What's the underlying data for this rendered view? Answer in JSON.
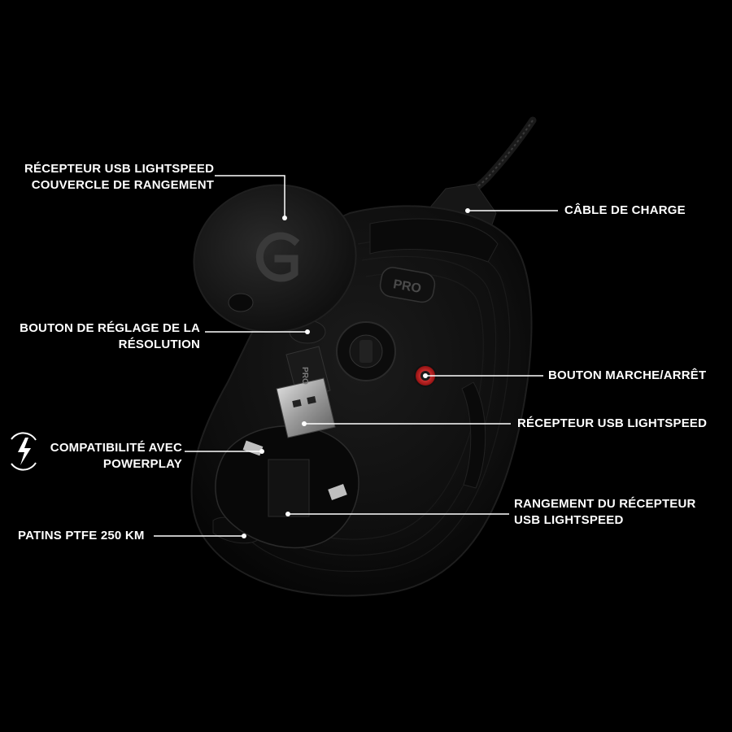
{
  "colors": {
    "background": "#000000",
    "text": "#ffffff",
    "callout_line": "#ffffff",
    "power_button_accent": "#d21b1b"
  },
  "callouts": {
    "cover": {
      "line1": "RÉCEPTEUR USB LIGHTSPEED",
      "line2": "COUVERCLE DE RANGEMENT"
    },
    "charge_cable": {
      "line1": "CÂBLE DE CHARGE"
    },
    "dpi_button": {
      "line1": "BOUTON DE RÉGLAGE DE LA",
      "line2": "RÉSOLUTION"
    },
    "power_button": {
      "line1": "BOUTON MARCHE/ARRÊT"
    },
    "receiver": {
      "line1": "RÉCEPTEUR USB LIGHTSPEED"
    },
    "powerplay": {
      "line1": "COMPATIBILITÉ AVEC",
      "line2": "POWERPLAY",
      "icon": "wireless-charging-bolt-icon"
    },
    "receiver_storage": {
      "line1": "RANGEMENT DU RÉCEPTEUR",
      "line2": "USB LIGHTSPEED"
    },
    "feet": {
      "line1": "PATINS PTFE 250 KM"
    }
  },
  "product": {
    "badge_text": "PRO",
    "receiver_text": "PRO",
    "logo": "logitech-g-logo"
  }
}
